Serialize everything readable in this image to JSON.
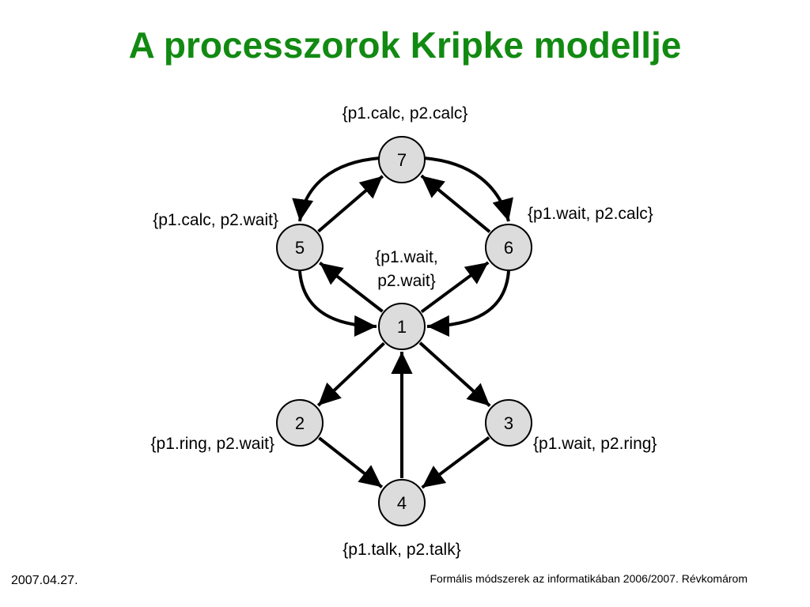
{
  "title": "A processzorok Kripke modellje",
  "nodes": [
    {
      "id": "7",
      "label": "7"
    },
    {
      "id": "5",
      "label": "5"
    },
    {
      "id": "6",
      "label": "6"
    },
    {
      "id": "1",
      "label": "1"
    },
    {
      "id": "2",
      "label": "2"
    },
    {
      "id": "3",
      "label": "3"
    },
    {
      "id": "4",
      "label": "4"
    }
  ],
  "state_labels": {
    "s7": "{p1.calc, p2.calc}",
    "s5": "{p1.calc, p2.wait}",
    "s6": "{p1.wait, p2.calc}",
    "s1_line1": "{p1.wait,",
    "s1_line2": "p2.wait}",
    "s2": "{p1.ring, p2.wait}",
    "s3": "{p1.wait, p2.ring}",
    "s4": "{p1.talk, p2.talk}"
  },
  "edges": [
    {
      "from": "5",
      "to": "7"
    },
    {
      "from": "6",
      "to": "7"
    },
    {
      "from": "7",
      "to": "5"
    },
    {
      "from": "7",
      "to": "6"
    },
    {
      "from": "1",
      "to": "5"
    },
    {
      "from": "1",
      "to": "6"
    },
    {
      "from": "5",
      "to": "1"
    },
    {
      "from": "6",
      "to": "1"
    },
    {
      "from": "1",
      "to": "2"
    },
    {
      "from": "1",
      "to": "3"
    },
    {
      "from": "2",
      "to": "4"
    },
    {
      "from": "3",
      "to": "4"
    },
    {
      "from": "4",
      "to": "1"
    }
  ],
  "colors": {
    "title": "#128a12",
    "node_fill": "#dcdcdc",
    "node_stroke": "#000000"
  },
  "footer": {
    "date": "2007.04.27.",
    "course": "Formális módszerek az informatikában 2006/2007. Révkomárom"
  }
}
